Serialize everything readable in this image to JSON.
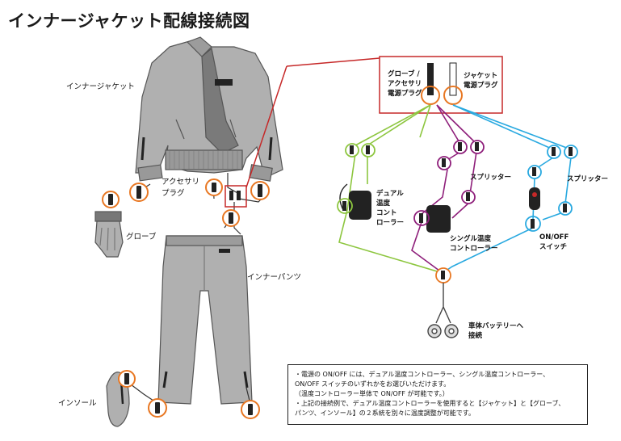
{
  "title": "インナージャケット配線接続図",
  "labels": {
    "inner_jacket": "インナージャケット",
    "accessory_plug_1": "アクセサリ",
    "accessory_plug_2": "プラグ",
    "glove": "グローブ",
    "inner_pants": "インナーパンツ",
    "insole": "インソール",
    "glove_plug_1": "グローブ /",
    "glove_plug_2": "アクセサリ",
    "glove_plug_3": "電源プラグ",
    "jacket_plug_1": "ジャケット",
    "jacket_plug_2": "電源プラグ",
    "splitter_1": "スプリッター",
    "splitter_2": "スプリッター",
    "dual_1": "デュアル",
    "dual_2": "温度",
    "dual_3": "コント",
    "dual_4": "ローラー",
    "single_1": "シングル温度",
    "single_2": "コントローラー",
    "onoff_1": "ON/OFF",
    "onoff_2": "スイッチ",
    "battery_1": "車体バッテリーへ",
    "battery_2": "接続"
  },
  "notes": [
    "・電源の ON/OFF には、デュアル温度コントローラー、シングル温度コントローラー、",
    "ON/OFF スイッチのいずれかをお選びいただけます。",
    "（温度コントローラー単体で ON/OFF が可能です。）",
    "・上記の接続例で、デュアル温度コントローラーを使用すると【ジャケット】と【グローブ、",
    "パンツ、インソール】の２系統を別々に温度調整が可能です。"
  ],
  "colors": {
    "callout": "#c62828",
    "green": "#8dc63f",
    "purple": "#8e1e7a",
    "blue": "#29a9e0",
    "orange": "#e87722",
    "garment": "#b0b0b0",
    "garment_stroke": "#555555"
  }
}
